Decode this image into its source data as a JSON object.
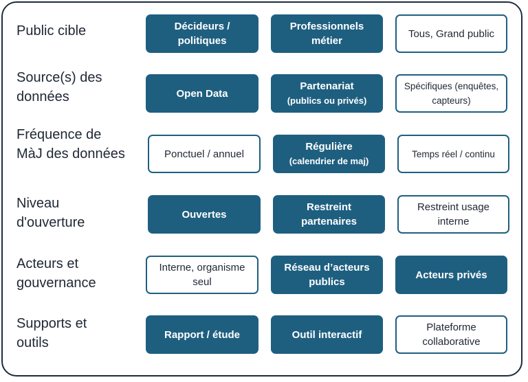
{
  "rows": [
    {
      "label": "Public cible",
      "boxes": [
        {
          "text": "Décideurs /\npolitiques",
          "style": "filled"
        },
        {
          "text": "Professionnels\nmétier",
          "style": "filled"
        },
        {
          "text": "Tous, Grand public",
          "style": "outline"
        }
      ]
    },
    {
      "label": "Source(s) des\ndonnées",
      "boxes": [
        {
          "text": "Open Data",
          "style": "filled"
        },
        {
          "text": "Partenariat",
          "sub": "(publics ou privés)",
          "style": "filled"
        },
        {
          "text": "Spécifiques (enquêtes,\ncapteurs)",
          "style": "outline"
        }
      ]
    },
    {
      "label": "Fréquence de\nMàJ des données",
      "boxes": [
        {
          "text": "Ponctuel / annuel",
          "style": "outline"
        },
        {
          "text": "Régulière",
          "sub": "(calendrier de maj)",
          "style": "filled"
        },
        {
          "text": "Temps réel / continu",
          "style": "outline"
        }
      ]
    },
    {
      "label": "Niveau\nd'ouverture",
      "boxes": [
        {
          "text": "Ouvertes",
          "style": "filled"
        },
        {
          "text": "Restreint\npartenaires",
          "style": "filled"
        },
        {
          "text": "Restreint usage\ninterne",
          "style": "outline"
        }
      ]
    },
    {
      "label": "Acteurs et\ngouvernance",
      "boxes": [
        {
          "text": "Interne, organisme\nseul",
          "style": "outline"
        },
        {
          "text": "Réseau d’acteurs\npublics",
          "style": "filled"
        },
        {
          "text": "Acteurs privés",
          "style": "filled"
        }
      ]
    },
    {
      "label": "Supports et\noutils",
      "boxes": [
        {
          "text": "Rapport / étude",
          "style": "filled"
        },
        {
          "text": "Outil interactif",
          "style": "filled"
        },
        {
          "text": "Plateforme\ncollaborative",
          "style": "outline"
        }
      ]
    }
  ]
}
